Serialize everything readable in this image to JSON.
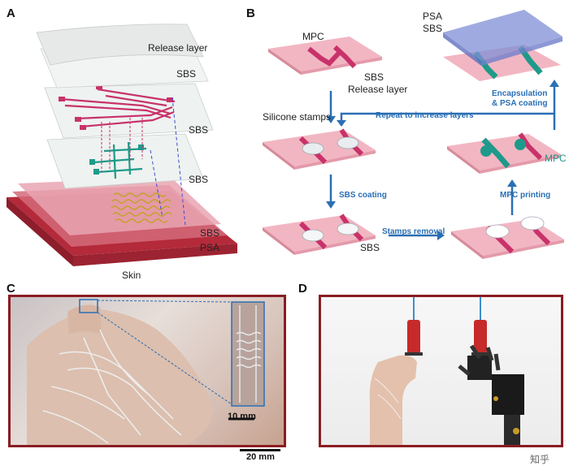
{
  "panels": {
    "a": "A",
    "b": "B",
    "c": "C",
    "d": "D"
  },
  "panel_a": {
    "release_layer": "Release layer",
    "sbs_1": "SBS",
    "sbs_2": "SBS",
    "sbs_3": "SBS",
    "sbs_4": "SBS",
    "psa": "PSA",
    "skin": "Skin"
  },
  "panel_b": {
    "mpc": "MPC",
    "sbs": "SBS",
    "release_layer": "Release layer",
    "silicone_stamps": "Silicone stamps",
    "sbs_stamps": "SBS",
    "psa_top": "PSA",
    "sbs_top": "SBS",
    "mpc_green": "MPC",
    "step_repeat": "Repeat to increase layers",
    "step_encapsulation_1": "Encapsulation",
    "step_encapsulation_2": "& PSA coating",
    "step_sbs_coating": "SBS coating",
    "step_stamps_removal": "Stamps removal",
    "step_mpc_printing": "MPC printing"
  },
  "panel_c": {
    "inset_scale": "10 mm",
    "scale": "20 mm"
  },
  "panel_d": {
    "watermark": "知乎"
  },
  "colors": {
    "pink_layer": "#f2b6c2",
    "trace_magenta": "#c8326a",
    "trace_green": "#1f9a8a",
    "frame_red": "#8a1c22",
    "arrow_blue": "#2a6fb5",
    "skin": "#b42a3a"
  }
}
